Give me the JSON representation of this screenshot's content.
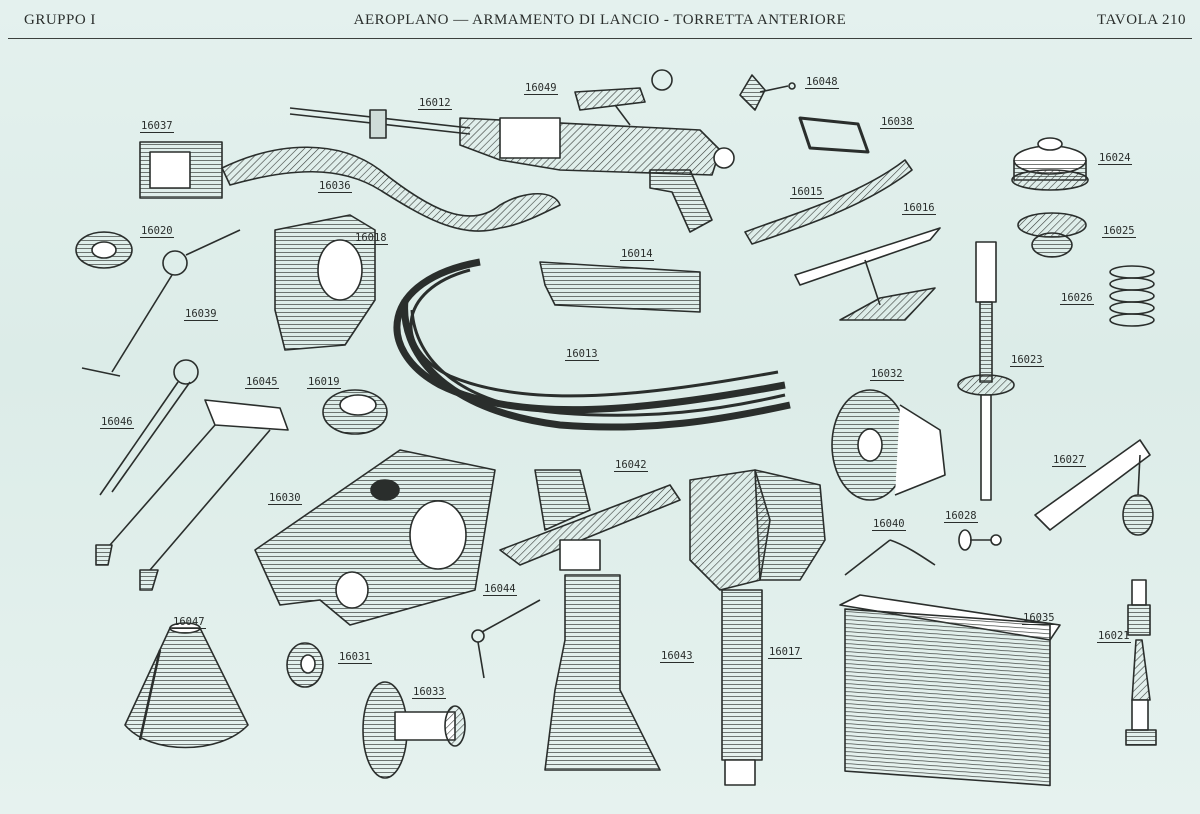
{
  "header": {
    "left": "GRUPPO I",
    "center": "AEROPLANO — ARMAMENTO DI LANCIO - TORRETTA ANTERIORE",
    "right": "TAVOLA 210"
  },
  "parts": [
    "16012",
    "16049",
    "16048",
    "16037",
    "16036",
    "16038",
    "16024",
    "16015",
    "16020",
    "16018",
    "16016",
    "16025",
    "16014",
    "16026",
    "16039",
    "16023",
    "16013",
    "16045",
    "16019",
    "16032",
    "16046",
    "16027",
    "16042",
    "16030",
    "16028",
    "16040",
    "16044",
    "16035",
    "16047",
    "16043",
    "16017",
    "16021",
    "16031",
    "16033"
  ],
  "colors": {
    "paper": "#dfeeea",
    "ink": "#2a2e2c",
    "shade": "#6d746f"
  }
}
